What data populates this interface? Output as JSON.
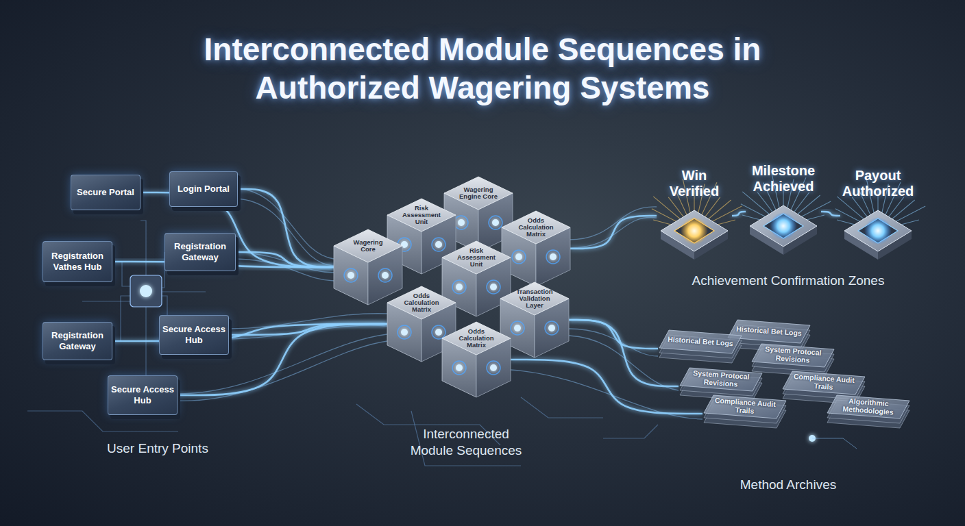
{
  "diagram": {
    "title": "Interconnected Module Sequences in Authorized Wagering Systems",
    "nodes": [
      {
        "text": [
          "Secure Portal"
        ]
      },
      {
        "text": [
          "Login Portal"
        ]
      },
      {
        "text": [
          "Registration Vathes Hub"
        ]
      },
      {
        "text": [
          "Registration Gateway"
        ]
      },
      {
        "text": [
          "Registration Gateway"
        ]
      },
      {
        "text": [
          "Secure Access Hub"
        ]
      },
      {
        "text": [
          "Secure Access Hub"
        ]
      },
      {
        "text": [
          "Wagering Core"
        ]
      },
      {
        "text": [
          "Risk Assessment Unit"
        ]
      },
      {
        "text": [
          "Wagering Engine Core"
        ]
      },
      {
        "text": [
          "Odds Calculation Matrix"
        ]
      },
      {
        "text": [
          "Risk Assessment Unit"
        ]
      },
      {
        "text": [
          "Odds Calculation Matrix"
        ]
      },
      {
        "text": [
          "Transaction Validation Layer"
        ]
      },
      {
        "text": [
          "Odds Calculation Matrix"
        ]
      },
      {
        "text": [
          "Win Verified"
        ]
      },
      {
        "text": [
          "Milestone Achieved"
        ]
      },
      {
        "text": [
          "Payout Authorized"
        ]
      },
      {
        "text": [
          "Historical Bet Logs"
        ]
      },
      {
        "text": [
          "Historical Bet Logs"
        ]
      },
      {
        "text": [
          "System Protocal Revisions"
        ]
      },
      {
        "text": [
          "System Protocal Revisions"
        ]
      },
      {
        "text": [
          "Compliance Audit Trails"
        ]
      },
      {
        "text": [
          "Compliance Audit Trails"
        ]
      },
      {
        "text": [
          "Algorithmic Methodologies"
        ]
      }
    ],
    "edges": [
      {
        "from": 0,
        "to": 7,
        "arrow": "none"
      },
      {
        "from": 1,
        "to": 7,
        "arrow": "none"
      },
      {
        "from": 2,
        "to": 7,
        "arrow": "none"
      },
      {
        "from": 3,
        "to": 7,
        "arrow": "none"
      },
      {
        "from": 4,
        "to": 12,
        "arrow": "none"
      },
      {
        "from": 5,
        "to": 12,
        "arrow": "none"
      },
      {
        "from": 6,
        "to": 12,
        "arrow": "none"
      },
      {
        "from": 10,
        "to": 15,
        "arrow": "none"
      },
      {
        "from": 15,
        "to": 16,
        "arrow": "none"
      },
      {
        "from": 16,
        "to": 17,
        "arrow": "none"
      },
      {
        "from": 13,
        "to": 18,
        "arrow": "none"
      },
      {
        "from": 13,
        "to": 20,
        "arrow": "none"
      },
      {
        "from": 14,
        "to": 22,
        "arrow": "none"
      }
    ],
    "labels": [
      "User Entry Points",
      "Interconnected Module Sequences",
      "Achievement Confirmation Zones",
      "Method Archives"
    ]
  }
}
